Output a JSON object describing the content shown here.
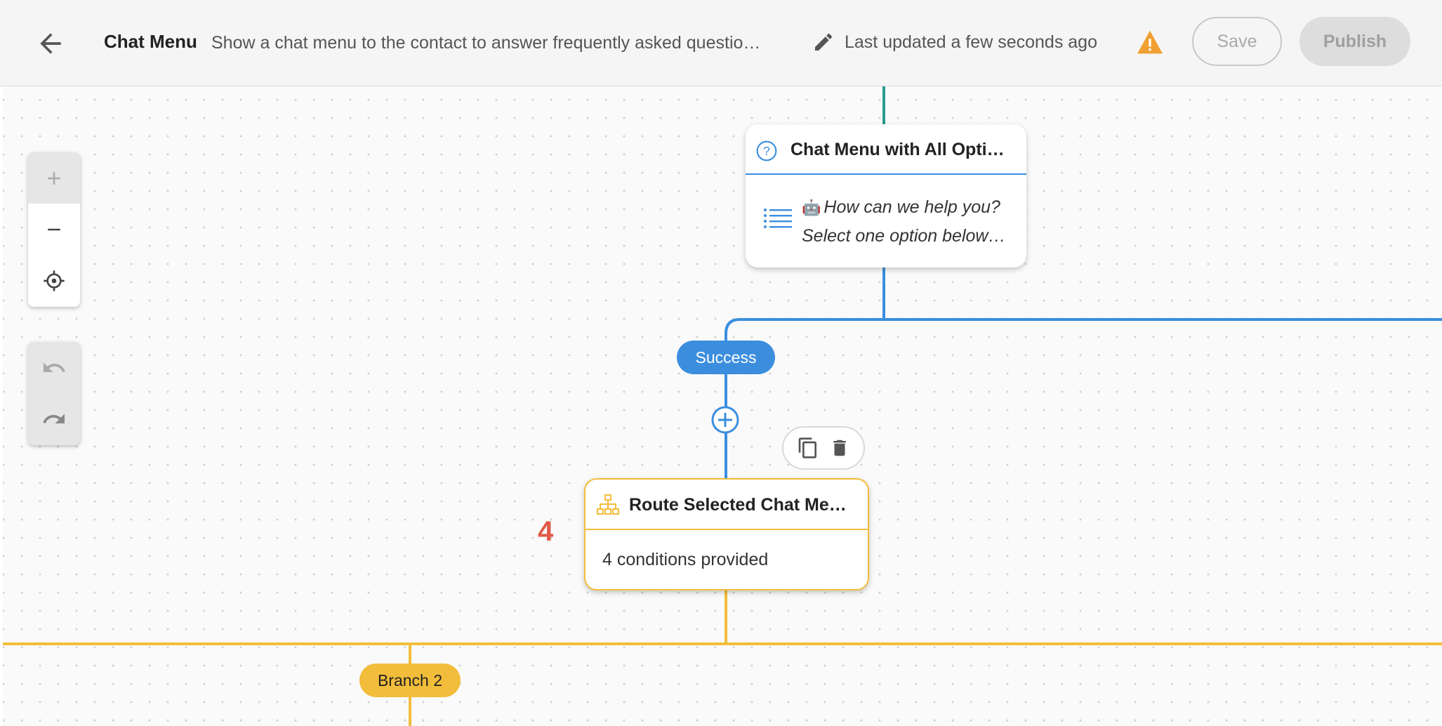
{
  "header": {
    "back_icon": "arrow-left-icon",
    "title": "Chat Menu",
    "description": "Show a chat menu to the contact to answer frequently asked questio…",
    "edit_icon": "pencil-icon",
    "last_updated": "Last updated a few seconds ago",
    "warning_icon": "warning-triangle-icon",
    "save_label": "Save",
    "publish_label": "Publish"
  },
  "toolbar": {
    "zoom_in_icon": "plus-icon",
    "zoom_out_icon": "minus-icon",
    "recenter_icon": "crosshair-icon",
    "undo_icon": "undo-icon",
    "redo_icon": "redo-icon"
  },
  "nodes": {
    "chat_menu": {
      "icon": "question-circle-icon",
      "title": "Chat Menu with All Opti…",
      "body_icon": "list-icon",
      "emoji": "🤖",
      "line1": "How can we help you?",
      "line2": "Select one option below…"
    },
    "route": {
      "icon": "hierarchy-icon",
      "title": "Route Selected Chat Me…",
      "body": "4 conditions provided",
      "step_number": "4"
    }
  },
  "node_actions": {
    "copy_icon": "copy-icon",
    "delete_icon": "trash-icon"
  },
  "edges": {
    "success_label": "Success",
    "branch_label": "Branch 2",
    "add_icon": "plus-circle-icon"
  },
  "colors": {
    "primary_blue": "#3b8ede",
    "teal_edge": "#2a9d8f",
    "branch_yellow": "#f2bd3a",
    "warning_orange": "#f0a032",
    "step_number_red": "#e05a47"
  }
}
